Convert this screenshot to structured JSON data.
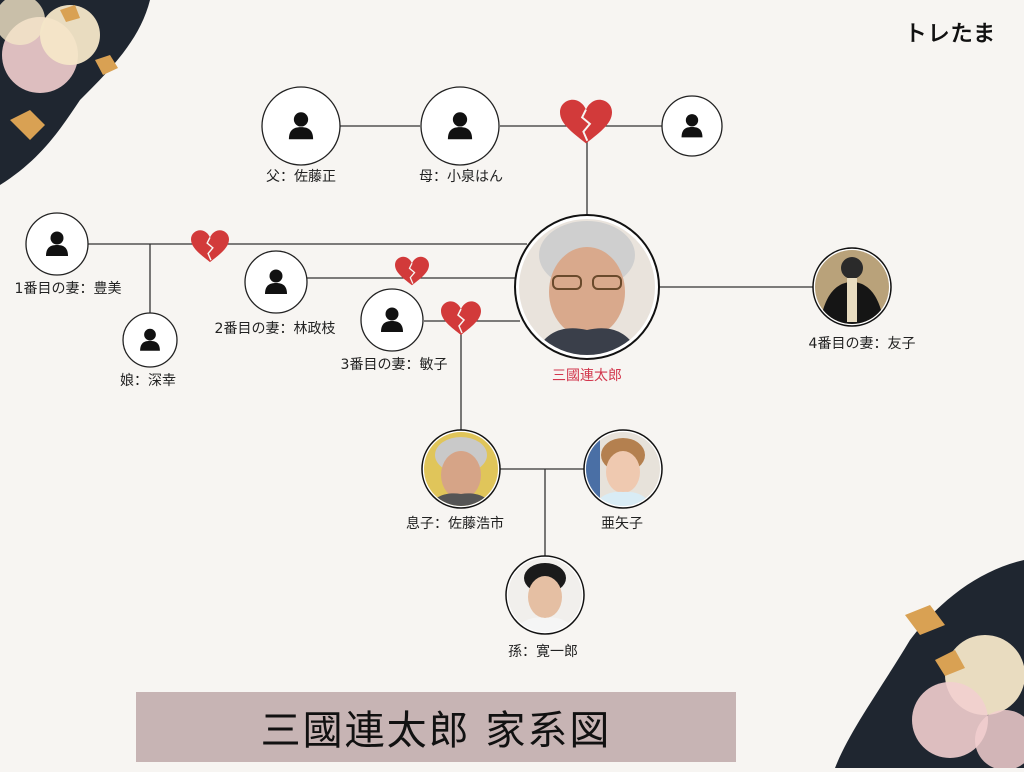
{
  "brand": "トレたま",
  "title": "三國連太郎 家系図",
  "colors": {
    "background": "#f7f5f2",
    "line": "#333333",
    "broken_heart": "#d23a3a",
    "main_label": "#d2374d",
    "title_bar": "#c7b4b4",
    "decor_dark": "#1f2630",
    "decor_flower": "#f4e6c8",
    "decor_pink": "#f2cfcf",
    "decor_gold": "#d9a153"
  },
  "people": {
    "father": {
      "label": "父：佐藤正",
      "icon": "person-silhouette-icon"
    },
    "mother": {
      "label": "母：小泉はん",
      "icon": "person-silhouette-icon"
    },
    "mother_partner": {
      "label": "",
      "icon": "person-silhouette-icon"
    },
    "wife1": {
      "label": "1番目の妻：豊美",
      "icon": "person-silhouette-icon"
    },
    "daughter": {
      "label": "娘：深幸",
      "icon": "person-silhouette-icon"
    },
    "wife2": {
      "label": "2番目の妻：林政枝",
      "icon": "person-silhouette-icon"
    },
    "wife3": {
      "label": "3番目の妻：敏子",
      "icon": "person-silhouette-icon"
    },
    "main": {
      "label": "三國連太郎",
      "icon": "elderly-man-portrait-icon"
    },
    "wife4": {
      "label": "4番目の妻：友子",
      "icon": "man-holding-memorial-plaque-icon"
    },
    "son": {
      "label": "息子：佐藤浩市",
      "icon": "gray-haired-man-portrait-icon"
    },
    "son_wife": {
      "label": "亜矢子",
      "icon": "short-haired-woman-portrait-icon"
    },
    "grandson": {
      "label": "孫：寛一郎",
      "icon": "young-man-portrait-icon"
    }
  },
  "relations": {
    "divorce_icon": "broken-heart-icon"
  }
}
